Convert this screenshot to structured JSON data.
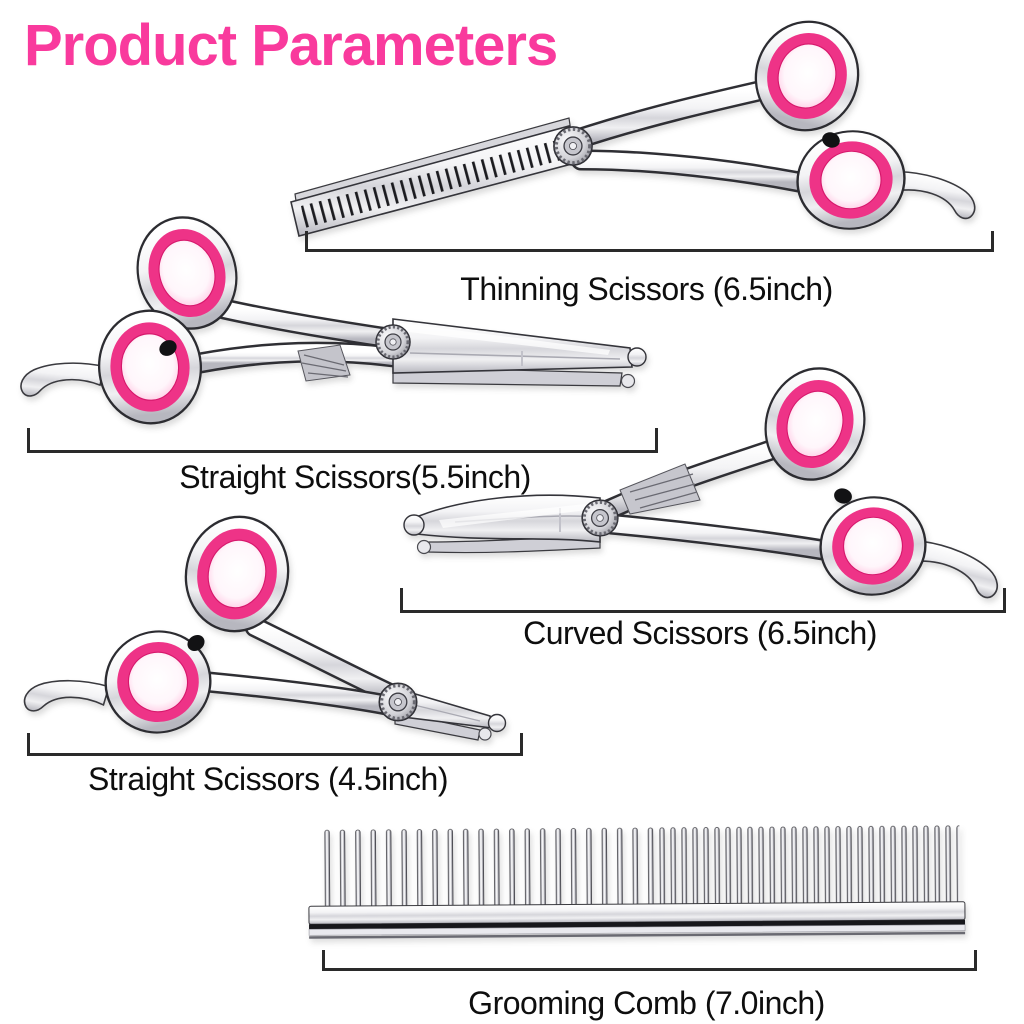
{
  "title": {
    "text": "Product Parameters",
    "color": "#f93a9d"
  },
  "products": [
    {
      "id": "thinning-scissors",
      "label": "Thinning Scissors (6.5inch)"
    },
    {
      "id": "straight-scissors-5-5",
      "label": "Straight Scissors(5.5inch)"
    },
    {
      "id": "curved-scissors",
      "label": "Curved Scissors (6.5inch)"
    },
    {
      "id": "straight-scissors-4-5",
      "label": "Straight Scissors (4.5inch)"
    },
    {
      "id": "grooming-comb",
      "label": "Grooming Comb (7.0inch)"
    }
  ],
  "colors": {
    "accent_pink": "#f93a9d",
    "handle_pink": "#ee3387",
    "label_text": "#0e0e0e",
    "bracket": "#2a2a2a",
    "background": "#ffffff"
  }
}
